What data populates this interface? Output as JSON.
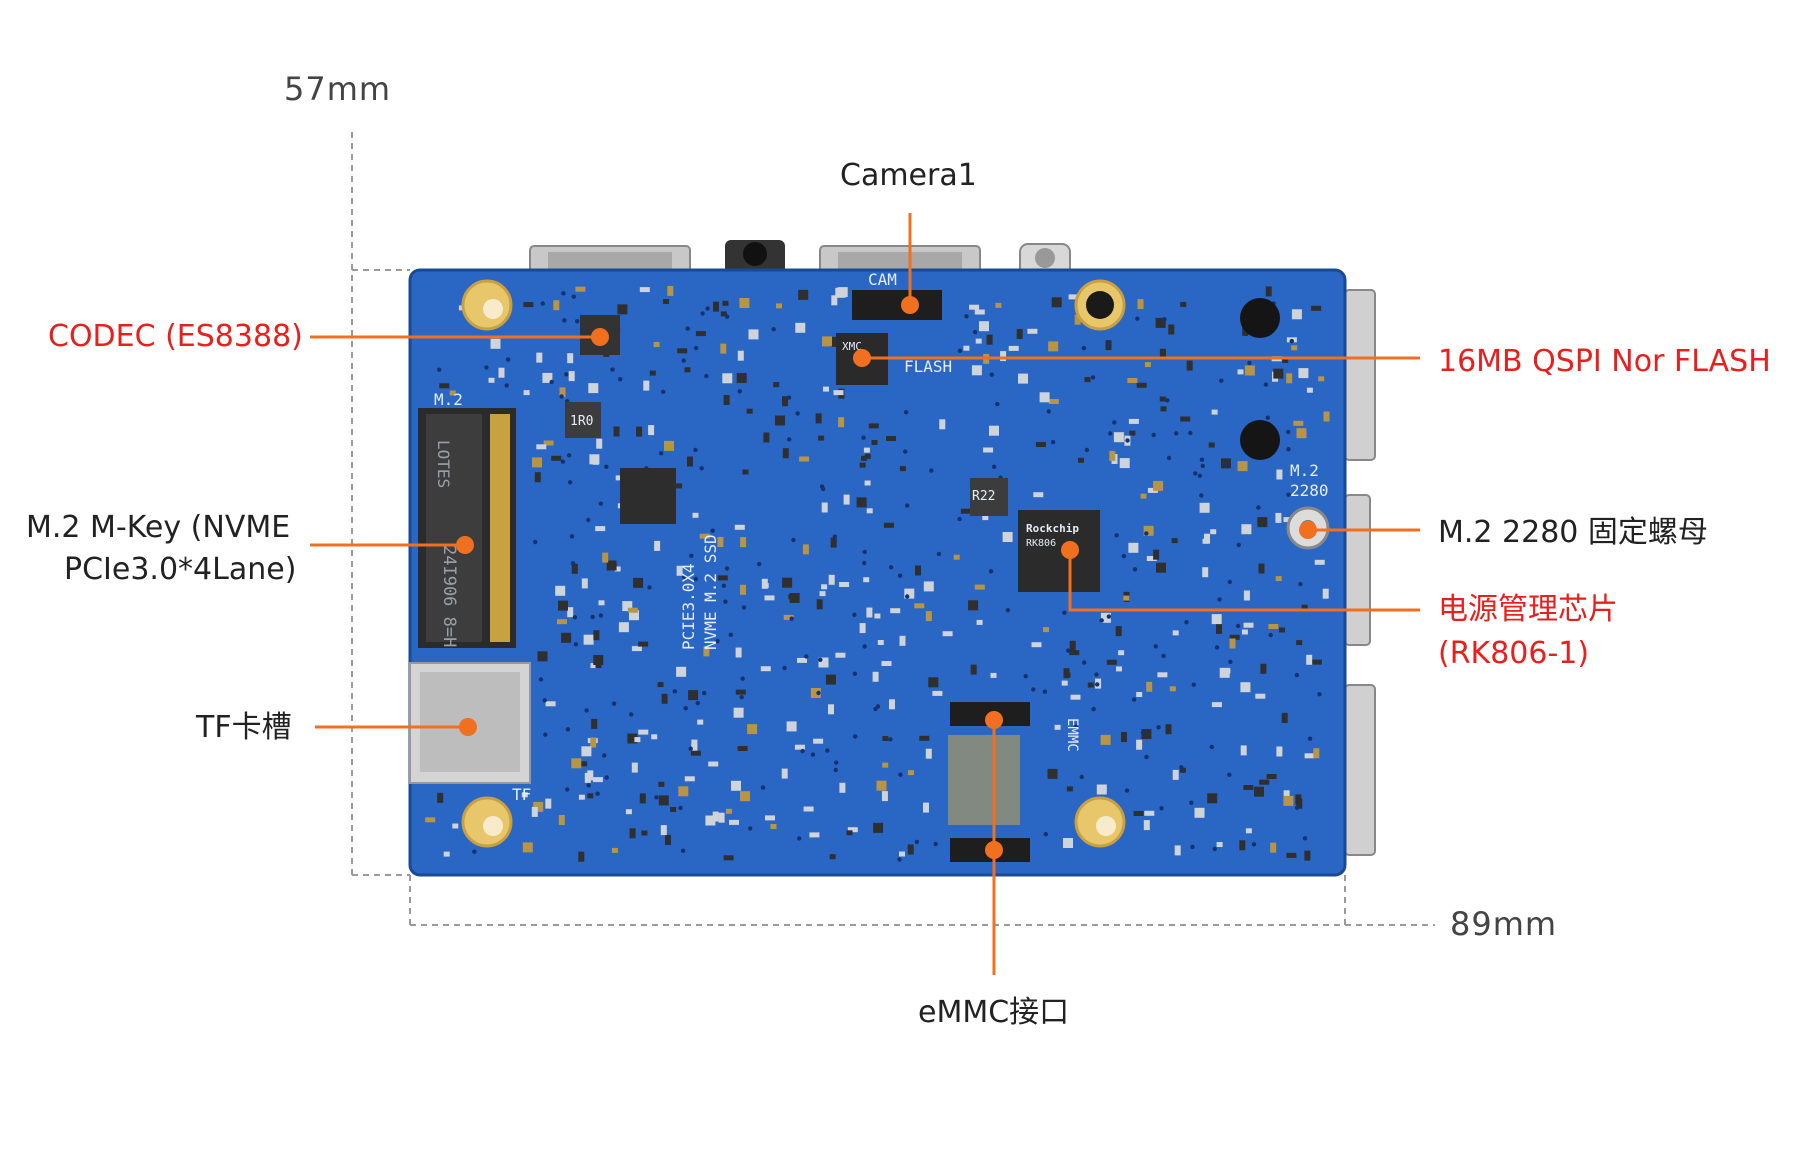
{
  "dimensions": {
    "height": "57mm",
    "width": "89mm"
  },
  "callouts": {
    "camera": "Camera1",
    "codec": "CODEC (ES8388)",
    "flash": "16MB QSPI Nor FLASH",
    "m2_line1": "M.2 M-Key (NVME",
    "m2_line2": "PCIe3.0*4Lane)",
    "screw_nut": "M.2 2280 固定螺母",
    "pmic_line1": "电源管理芯片",
    "pmic_line2": "(RK806-1)",
    "tf": "TF卡槽",
    "emmc": "eMMC接口"
  },
  "silkscreen": {
    "cam": "CAM",
    "flash": "FLASH",
    "m2": "M.2",
    "m2_2280_a": "M.2",
    "m2_2280_b": "2280",
    "pcie": "PCIE3.0X4",
    "nvme": "NVME M.2 SSD",
    "emmc": "EMMC",
    "tf": "TF",
    "rockchip": "Rockchip",
    "rk806": "RK806",
    "xmc": "XMC",
    "r22": "R22",
    "r10": "1R0",
    "lotes": "LOTES",
    "conn_code": "24I906 8=H"
  },
  "colors": {
    "pcb": "#2a66c4",
    "pcb_dark": "#1d4f9e",
    "accent": "#f07020",
    "red_label": "#e8201d",
    "dim_line": "#9a9a9a"
  }
}
